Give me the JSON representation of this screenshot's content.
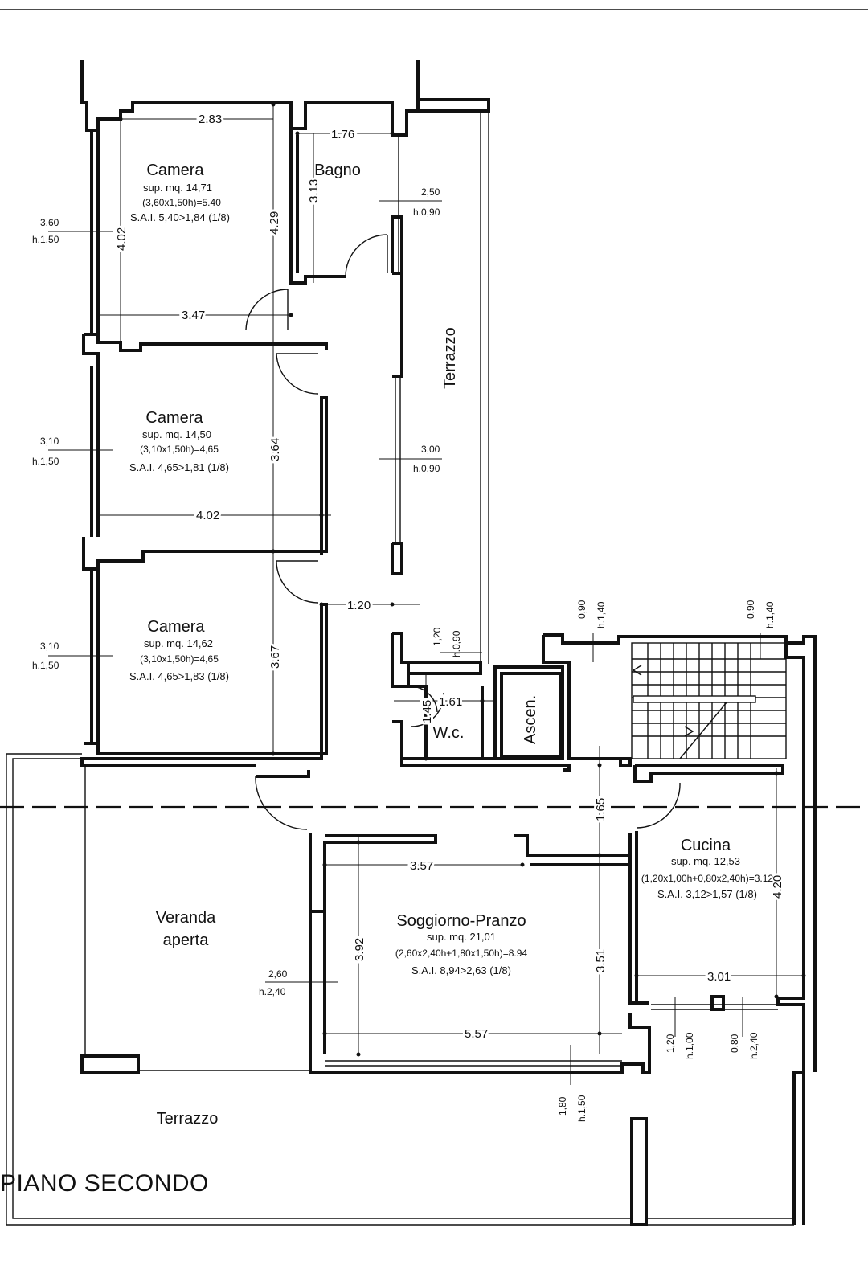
{
  "title": "PIANO SECONDO",
  "rooms": {
    "camera1": {
      "name": "Camera",
      "sup": "sup. mq. 14,71",
      "calc": "(3,60x1,50h)=5.40",
      "sai": "S.A.I. 5,40>1,84 (1/8)"
    },
    "camera2": {
      "name": "Camera",
      "sup": "sup. mq. 14,50",
      "calc": "(3,10x1,50h)=4,65",
      "sai": "S.A.I. 4,65>1,81 (1/8)"
    },
    "camera3": {
      "name": "Camera",
      "sup": "sup. mq. 14,62",
      "calc": "(3,10x1,50h)=4,65",
      "sai": "S.A.I. 4,65>1,83 (1/8)"
    },
    "bagno": {
      "name": "Bagno"
    },
    "terrazzo_side": {
      "name": "Terrazzo"
    },
    "wc": {
      "name": "W.c."
    },
    "ascen": {
      "name": "Ascen."
    },
    "cucina": {
      "name": "Cucina",
      "sup": "sup. mq. 12,53",
      "calc": "(1,20x1,00h+0,80x2,40h)=3.12",
      "sai": "S.A.I. 3,12>1,57 (1/8)"
    },
    "soggiorno": {
      "name": "Soggiorno-Pranzo",
      "sup": "sup. mq. 21,01",
      "calc": "(2,60x2,40h+1,80x1,50h)=8.94",
      "sai": "S.A.I. 8,94>2,63 (1/8)"
    },
    "veranda": {
      "line1": "Veranda",
      "line2": "aperta"
    },
    "terrazzo_bottom": {
      "name": "Terrazzo"
    }
  },
  "dimensions": {
    "d283": "2.83",
    "d176": "1.76",
    "d313": "3.13",
    "d402v": "4.02",
    "d429": "4.29",
    "d347": "3.47",
    "d364": "3.64",
    "d402h": "4.02",
    "d367": "3.67",
    "d120": "1.20",
    "d161": "1.61",
    "d145": "1.45",
    "d165": "1.65",
    "d357": "3.57",
    "d392": "3.92",
    "d351": "3.51",
    "d557": "5.57",
    "d420": "4.20",
    "d301": "3.01"
  },
  "windows": {
    "w1": {
      "w": "3,60",
      "h": "h.1,50"
    },
    "w2": {
      "w": "3,10",
      "h": "h.1,50"
    },
    "w3": {
      "w": "3,10",
      "h": "h.1,50"
    },
    "w4": {
      "w": "2,50",
      "h": "h.0,90"
    },
    "w5": {
      "w": "3,00",
      "h": "h.0,90"
    },
    "w6": {
      "w": "1,20",
      "h": "h.0,90"
    },
    "w7": {
      "w": "0,90",
      "h": "h.1,40"
    },
    "w8": {
      "w": "0,90",
      "h": "h.1,40"
    },
    "w9": {
      "w": "2,60",
      "h": "h.2,40"
    },
    "w10": {
      "w": "1,20",
      "h": "h.1,00"
    },
    "w11": {
      "w": "0,80",
      "h": "h.2,40"
    },
    "w12": {
      "w": "1,80",
      "h": "h.1,50"
    }
  }
}
